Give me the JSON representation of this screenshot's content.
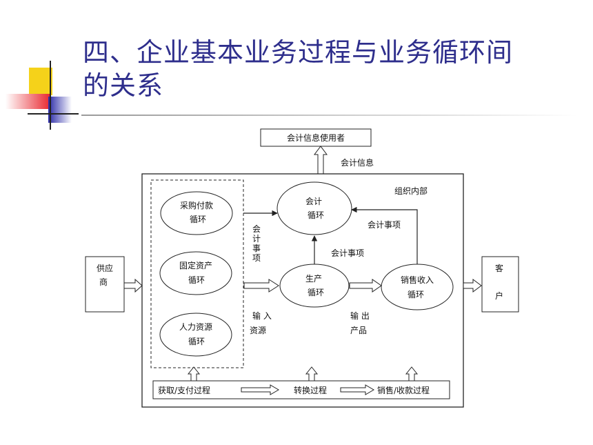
{
  "slide": {
    "title_line1": "四、企业基本业务过程与业务循环间",
    "title_line2": "的关系"
  },
  "colors": {
    "title": "#2e2e8c",
    "accent_yellow": "#f5d21a",
    "accent_red": "#e8242c",
    "accent_blue": "#2a2aa8"
  },
  "diagram": {
    "info_users": "会计信息使用者",
    "accounting_info": "会计信息",
    "org_internal": "组织内部",
    "purchase_cycle": [
      "采购付款",
      "循环"
    ],
    "fixed_asset_cycle": [
      "固定资产",
      "循环"
    ],
    "hr_cycle": [
      "人力资源",
      "循环"
    ],
    "accounting_cycle": [
      "会计",
      "循环"
    ],
    "production_cycle": [
      "生产",
      "循环"
    ],
    "sales_cycle": [
      "销售收入",
      "循环"
    ],
    "accounting_matters_vertical": [
      "会",
      "计",
      "事",
      "项"
    ],
    "accounting_matters_right": "会计事项",
    "accounting_matters_mid": "会计事项",
    "supplier": [
      "供应",
      "商"
    ],
    "customer": [
      "客",
      "户"
    ],
    "input_resources": [
      "输 入",
      "资源"
    ],
    "output_products": [
      "输 出",
      "产品"
    ],
    "process_acquire": "获取/支付过程",
    "process_convert": "转换过程",
    "process_sales": "销售/收款过程"
  }
}
